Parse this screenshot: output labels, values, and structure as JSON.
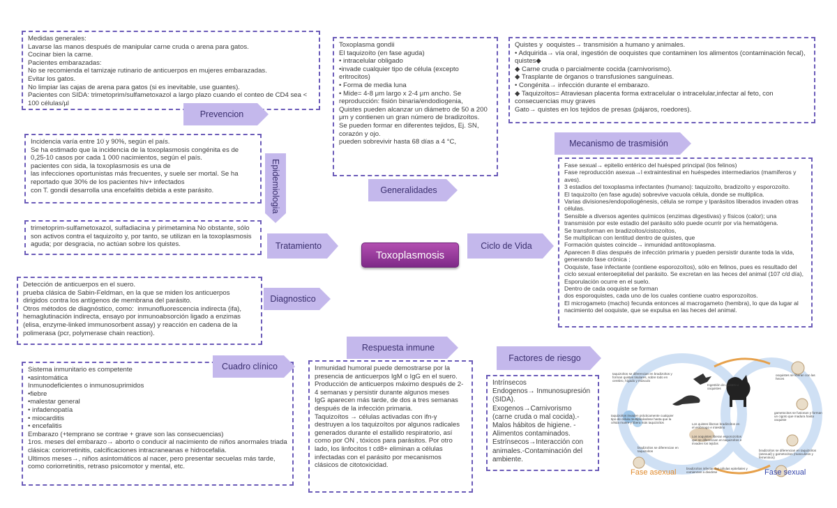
{
  "center": {
    "title": "Toxoplasmosis"
  },
  "arrows": {
    "prevencion": "Prevencion",
    "epidemiologia": "Epidemiologia",
    "generalidades": "Generalidades",
    "tratamiento": "Tratamiento",
    "ciclo_vida": "Ciclo de Vida",
    "diagnostico": "Diagnostico",
    "respuesta_inmune": "Respuesta inmune",
    "cuadro_clinico": "Cuadro clínico",
    "factores_riesgo": "Factores de riesgo",
    "mecanismo": "Mecanismo de trasmisión"
  },
  "boxes": {
    "prevencion": [
      "Medidas generales:",
      "Lavarse las manos después de manipular carne cruda o arena para gatos.",
      "Cocinar bien la carne.",
      "Pacientes embarazadas:",
      "No se recomienda el tamizaje rutinario de anticuerpos en mujeres embarazadas.",
      "Evitar los gatos.",
      "No limpiar las cajas de arena para gatos (si es inevitable, use guantes).",
      "Pacientes con SIDA: trimetoprim/sulfametoxazol a largo plazo cuando el conteo de CD4 sea < 100 células/µl"
    ],
    "epidemiologia": [
      "Incidencia varía entre 10 y 90%, según el país.",
      "Se ha estimado que la incidencia de la toxoplasmosis congénita es de 0,25-10 casos por cada 1 000 nacimientos, según el país.",
      "pacientes con sida, la toxoplasmosis es una de",
      "las infecciones oportunistas más frecuentes, y suele ser mortal. Se ha reportado que 30% de los pacientes hiv+ infectados",
      "con T. gondii desarrolla una encefalitis debida a este parásito."
    ],
    "tratamiento": [
      "trimetoprim-sulfametoxazol, sulfadiacina y pirimetamina No obstante, sólo son activos contra el taquizoíto y, por tanto, se utilizan en la toxoplasmosis aguda; por desgracia, no actúan sobre los quistes."
    ],
    "diagnostico": [
      "Detección de anticuerpos en el suero.",
      "prueba clásica de Sabin-Feldman, en la que se miden los anticuerpos dirigidos contra los antígenos de membrana del parásito.",
      "Otros métodos de diagnóstico, como:  inmunofluorescencia indirecta (ifa), hemaglutinación indirecta, ensayo por inmunoabsorción ligado a enzimas (elisa, enzyme-linked immunosorbent assay) y reacción en cadena de la polimerasa (pcr, polymerase chain reaction)."
    ],
    "cuadro_clinico": [
      "Sistema inmunitario es competente",
      "•asintomática",
      "Inmunodeficientes o inmunosuprimidos",
      "•fiebre",
      "•malestar general",
      "• infadenopatía",
      "• miocarditis",
      "• encefalitis",
      "Embarazo (+temprano se contrae + grave son las consecuencias)",
      "1ros. meses del embarazo→ aborto o conducir al nacimiento de niños anormales triada clásica: coriorretinitis, calcificaciones intracraneanas e hidrocefalia.",
      "Ultimos meses→, niños asintomáticos al nacer, pero presentar secuelas más tarde, como coriorretinitis, retraso psicomotor y mental, etc."
    ],
    "generalidades": [
      "Toxoplasma gondii",
      "El taquizoíto (en fase aguda)",
      "• intracelular obligado",
      "•invade cualquier tipo de célula (excepto eritrocitos)",
      "• Forma de media luna",
      "• Mide= 4-8 μm largo x 2-4 μm ancho. Se reproducción: fisión binaria/endodiogenia,",
      "Quistes pueden alcanzar un diámetro de 50 a 200 μm y contienen un gran número de bradizoítos.",
      "Se pueden formar en diferentes tejidos, Ej. SN, corazón y ojo.",
      "pueden sobrevivir hasta 68 días a 4 °C,"
    ],
    "respuesta_inmune": [
      "Inmunidad humoral puede demostrarse por la presencia de anticuerpos IgM o IgG en el suero.",
      "Producción de anticuerpos máximo después de 2-4 semanas y persistir durante algunos meses",
      "IgG aparecen más tarde, de dos a tres semanas después de la infección primaria.",
      "Taquizoítos → células activadas con ifn-γ destruyen a los taquizoítos por algunos radicales generados durante el estallido respiratorio, así como por ON , tóxicos para parásitos. Por otro lado, los linfocitos t cd8+ eliminan a células infectadas con el parásito por mecanismos clásicos de citotoxicidad."
    ],
    "mecanismo": [
      "Quistes y  ooquistes→ transmisión a humano y animales.",
      "• Adquirida→ vía oral, ingestión de ooquistes que contaminen los alimentos (contaminación fecal), quistes◆",
      "◆ Carne cruda o parcialmente cocida (carnivorismo).",
      "◆ Trasplante de órganos o transfusiones sanguíneas.",
      "• Congénita→ infección durante el embarazo.",
      "◆ Taquizoítos= Atraviesan placenta forma extracelular o intracelular,infectar al feto, con consecuencias muy graves",
      "Gato→ quistes en los tejidos de presas (pájaros, roedores)."
    ],
    "ciclo_vida": [
      "Fase sexual→ epitelio entérico del huésped principal (los felinos)",
      "Fase reproducción asexua→l extraintestinal en huéspedes intermediarios (mamíferos y aves).",
      "3 estadios del toxoplasma infectantes (humano): taquizoíto, bradizoíto y esporozoíto.",
      "El taquizoíto (en fase aguda) sobrevive vacuola célula, donde se multiplica.",
      "Varias divisiones/endopoliogénesis, célula se rompe y lparásitos liberados invaden otras células.",
      "Sensible a diversos agentes químicos (enzimas digestivas) y físicos (calor); una transmisión por este estadio del parásito sólo puede ocurrir por vía hematógena.",
      "Se transforman en bradizoítos/cistozoítos,",
      "Se multiplican con lentitud dentro de quistes, que",
      "Formación quistes coincide→ inmunidad antitoxoplasma.",
      "Aparecen 8 días después de infección primaria y pueden persistir durante toda la vida, generando fase crónica ;",
      "Ooquiste, fase infectante (contiene esporozoítos), sólo en felinos, pues es resultado del ciclo sexual enteroepitelial del parásito. Se excretan en las heces del animal (107 c/d día),",
      "Esporulación ocurre en el suelo.",
      "Dentro de cada ooquiste se forman",
      "dos esporoquistes, cada uno de los cuales contiene cuatro esporozoítos.",
      "El microgameto (macho) fecunda entonces al macrogameto (hembra), lo que da lugar al nacimiento del ooquiste, que se expulsa en las heces del animal."
    ],
    "factores_riesgo": [
      "Intrínsecos",
      "Endogenos→ Inmunosupresión (SIDA).",
      "Exogenos→Carnivorismo (carne cruda o mal cocida).- Malos hábitos de higiene. - Alimentos contaminados.",
      "Estrínsecos→Interacción con animales.-Contaminación del ambiente."
    ]
  },
  "diagram": {
    "phase_left": "Fase asexual",
    "phase_right": "Fase sexual",
    "labels": [
      "taquizoítos se diferencian en bradizoítos y forman quistes tisulares, sobre todo en cerebro, hígado y músculo",
      "Ingestión de quistes u ooquistes",
      "ooquistes se liberan con las heces",
      "taquizoítos invaden prácticamente cualquier tipo de célula multiplicándose hasta que la célula muere y libera más taquizoítos",
      "Los quistes liberan bradizoítos en el estómago e intestino",
      "Los ooquistes liberan esporozoítos que se diferencian en taquizoítos e invaden los tejidos",
      "gametocitos se fusionan y forman un cigoto que madura hasta ooquiste",
      "bradizoítos se diferencian en taquizoítos",
      "bradizoítos se diferencian en taquizoítos (asexual) y gametocitos (masculinos y femeninos)",
      "bradizoítos infectan las células epiteliales y comienzan a dividirse"
    ],
    "colors": {
      "phase_label": "#e08a2c",
      "cycle": "#5c8fd6",
      "arrow": "#e6a04a"
    }
  }
}
